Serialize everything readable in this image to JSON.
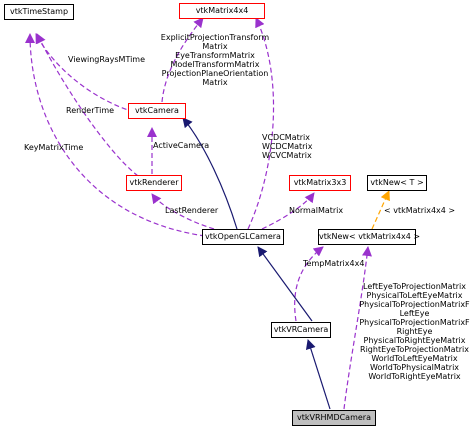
{
  "colors": {
    "inheritance": "#191970",
    "usage": "#9a32cd",
    "template": "#ffa500",
    "external_border": "#ff0000",
    "current_fill": "#bfbfbf"
  },
  "nodes": {
    "vtkTimeStamp": "vtkTimeStamp",
    "vtkMatrix4x4": "vtkMatrix4x4",
    "vtkCamera": "vtkCamera",
    "vtkRenderer": "vtkRenderer",
    "vtkMatrix3x3": "vtkMatrix3x3",
    "vtkNewT": "vtkNew< T >",
    "vtkOpenGLCamera": "vtkOpenGLCamera",
    "vtkNewMatrix4x4": "vtkNew< vtkMatrix4x4 >",
    "vtkVRCamera": "vtkVRCamera",
    "vtkVRHMDCamera": "vtkVRHMDCamera"
  },
  "edge_labels": {
    "camera_matrices": [
      "ExplicitProjectionTransform",
      "Matrix",
      "EyeTransformMatrix",
      "ModelTransformMatrix",
      "ProjectionPlaneOrientation",
      "Matrix"
    ],
    "viewing_rays_mtime": "ViewingRaysMTime",
    "render_time": "RenderTime",
    "key_matrix_time": "KeyMatrixTime",
    "active_camera": "ActiveCamera",
    "opengl_matrices": [
      "VCDCMatrix",
      "WCDCMatrix",
      "WCVCMatrix"
    ],
    "last_renderer": "LastRenderer",
    "normal_matrix": "NormalMatrix",
    "template_arg": "< vtkMatrix4x4 >",
    "temp_matrix": "TempMatrix4x4",
    "hmd_matrices": [
      "LeftEyeToProjectionMatrix",
      "PhysicalToLeftEyeMatrix",
      "PhysicalToProjectionMatrixF",
      "LeftEye",
      "PhysicalToProjectionMatrixF",
      "RightEye",
      "PhysicalToRightEyeMatrix",
      "RightEyeToProjectionMatrix",
      "WorldToLeftEyeMatrix",
      "WorldToPhysicalMatrix",
      "WorldToRightEyeMatrix"
    ]
  }
}
